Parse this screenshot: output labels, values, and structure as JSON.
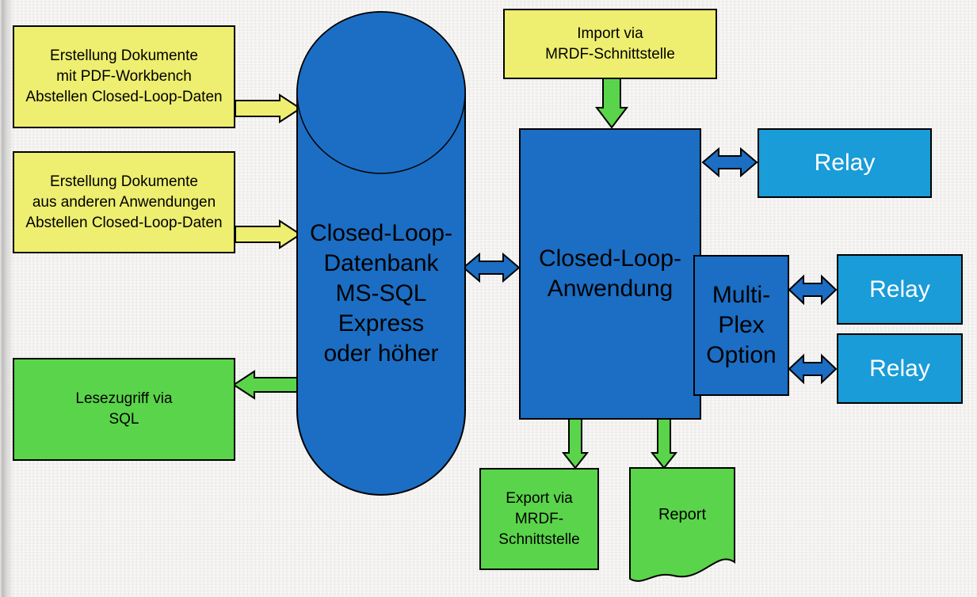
{
  "colors": {
    "yellow": "#EEEE70",
    "blue": "#1B6EC3",
    "light_blue": "#199CD8",
    "green": "#5AD44A",
    "background": "#F3F2F0",
    "border": "#000000"
  },
  "nodes": {
    "source_pdf": {
      "lines": [
        "Erstellung Dokumente",
        "mit PDF-Workbench",
        "Abstellen Closed-Loop-Daten"
      ]
    },
    "source_other": {
      "lines": [
        "Erstellung Dokumente",
        "aus anderen Anwendungen",
        "Abstellen Closed-Loop-Daten"
      ]
    },
    "import_mrdf": {
      "lines": [
        "Import via",
        "MRDF-Schnittstelle"
      ]
    },
    "database": {
      "lines": [
        "Closed-Loop-",
        "Datenbank",
        "MS-SQL",
        "Express",
        "oder höher"
      ]
    },
    "application": {
      "lines": [
        "Closed-Loop-",
        "Anwendung"
      ]
    },
    "multiplex": {
      "lines": [
        "Multi-",
        "Plex",
        "Option"
      ]
    },
    "relay1": {
      "label": "Relay"
    },
    "relay2": {
      "label": "Relay"
    },
    "relay3": {
      "label": "Relay"
    },
    "read_access": {
      "lines": [
        "Lesezugriff via",
        "SQL"
      ]
    },
    "export_mrdf": {
      "lines": [
        "Export via",
        "MRDF-",
        "Schnittstelle"
      ]
    },
    "report": {
      "label": "Report"
    }
  }
}
